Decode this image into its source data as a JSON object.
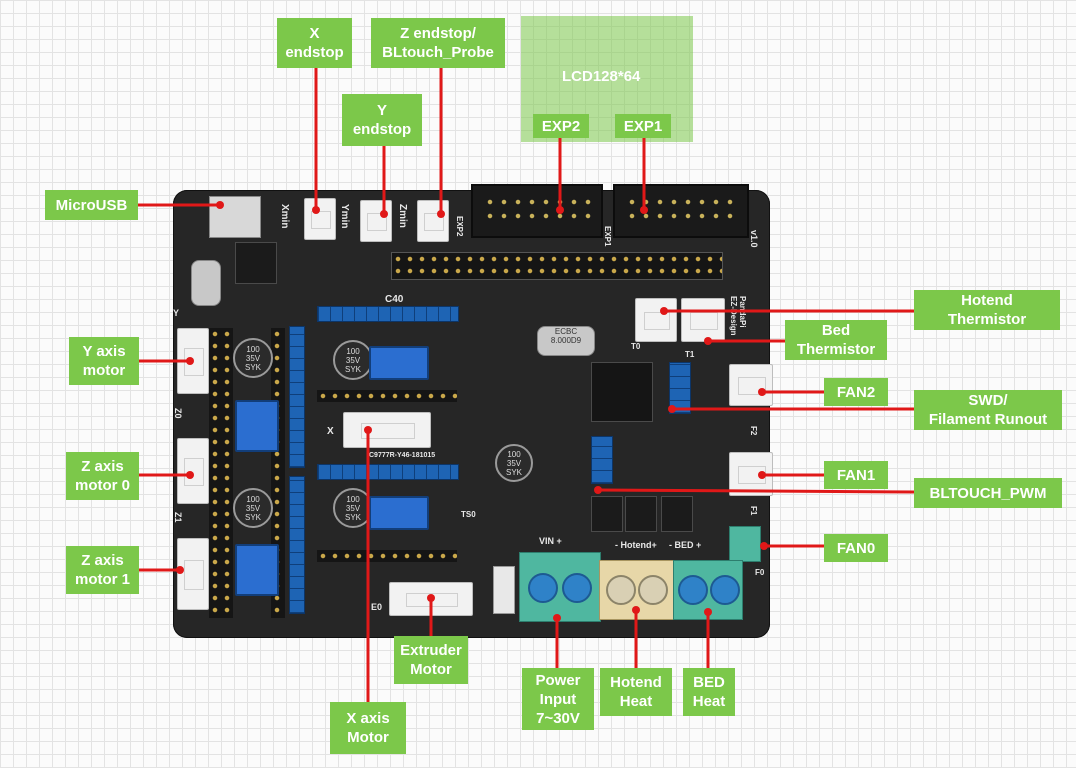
{
  "colors": {
    "label_bg": "#7cc84a",
    "line": "#e01818",
    "board": "#262626",
    "grid": "#e3e3e3"
  },
  "labels": {
    "x_endstop": "X\nendstop",
    "z_endstop": "Z endstop/\nBLtouch_Probe",
    "y_endstop": "Y\nendstop",
    "lcd": "LCD128*64",
    "exp2": "EXP2",
    "exp1": "EXP1",
    "microusb": "MicroUSB",
    "hotend_thermistor": "Hotend\nThermistor",
    "bed_thermistor": "Bed\nThermistor",
    "y_axis_motor": "Y axis\nmotor",
    "fan2": "FAN2",
    "swd": "SWD/\nFilament Runout",
    "z_axis_motor_0": "Z axis\nmotor 0",
    "fan1": "FAN1",
    "bltouch_pwm": "BLTOUCH_PWM",
    "z_axis_motor_1": "Z axis\nmotor 1",
    "fan0": "FAN0",
    "extruder_motor": "Extruder\nMotor",
    "power_input": "Power\nInput\n7~30V",
    "hotend_heat": "Hotend\nHeat",
    "bed_heat": "BED\nHeat",
    "x_axis_motor": "X axis\nMotor"
  },
  "silkscreen": {
    "xmin": "Xmin",
    "ymin": "Ymin",
    "zmin": "Zmin",
    "exp2": "EXP2",
    "exp1": "EXP1",
    "version": "v1.0",
    "vin": "VIN +",
    "hotend": "- Hotend+",
    "bed": "- BED +",
    "cap_text": "100\n35V\nSYK",
    "crystal": "ECBC\n8.000D9",
    "y": "Y",
    "z0": "Z0",
    "z1": "Z1",
    "e0": "E0",
    "x": "X",
    "c40": "C40",
    "t0": "T0",
    "t1": "T1",
    "f2": "F2",
    "f1": "F1",
    "f0": "F0",
    "pandapi": "PandaPi\nEZ-Design",
    "module_code": "C9777R-Y46-181015",
    "ts0": "TS0"
  }
}
